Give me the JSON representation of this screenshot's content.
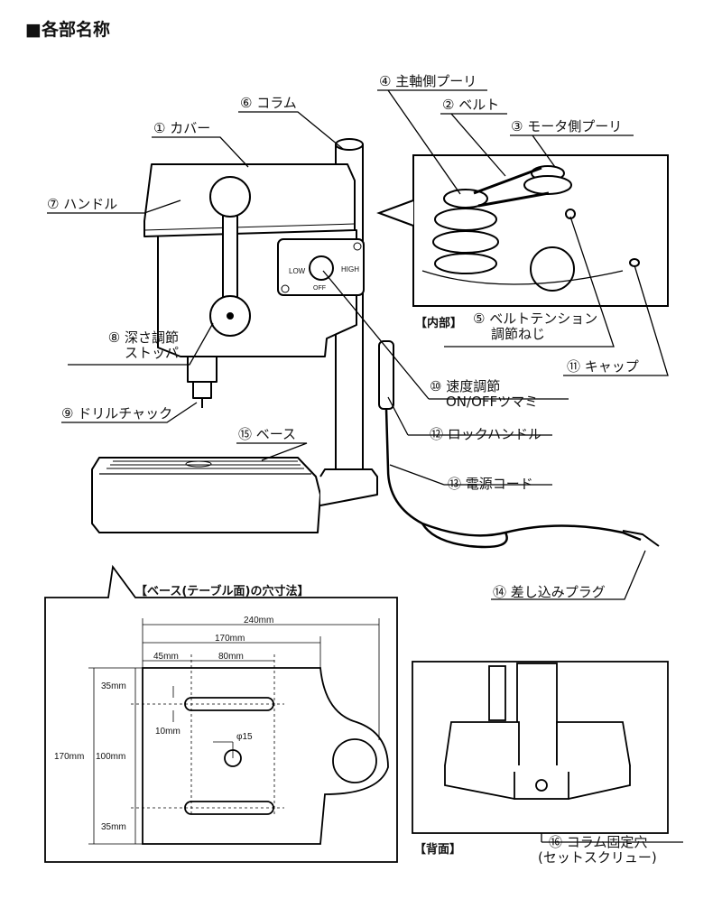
{
  "title": "■各部名称",
  "parts": {
    "p1": "① カバー",
    "p2": "② ベルト",
    "p3": "③ モータ側プーリ",
    "p4": "④ 主軸側プーリ",
    "p5_line1": "⑤ ベルトテンション",
    "p5_line2": "調節ねじ",
    "p6": "⑥ コラム",
    "p7": "⑦ ハンドル",
    "p8_line1": "⑧ 深さ調節",
    "p8_line2": "ストッパ",
    "p9": "⑨ ドリルチャック",
    "p10_line1": "⑩ 速度調節",
    "p10_line2": "ON/OFFツマミ",
    "p11": "⑪ キャップ",
    "p12": "⑫ ロックハンドル",
    "p13": "⑬ 電源コード",
    "p14": "⑭ 差し込みプラグ",
    "p15": "⑮ ベース",
    "p16_line1": "⑯ コラム固定穴",
    "p16_line2": "(セットスクリュー)"
  },
  "knob": {
    "low": "LOW",
    "high": "HIGH",
    "off": "OFF"
  },
  "sections": {
    "inner": "【内部】",
    "base_holes": "【ベース(テーブル面)の穴寸法】",
    "back": "【背面】"
  },
  "dims": {
    "d240": "240mm",
    "d170w": "170mm",
    "d45": "45mm",
    "d80": "80mm",
    "d35a": "35mm",
    "d10": "10mm",
    "d15": "φ15",
    "d170h": "170mm",
    "d100": "100mm",
    "d35b": "35mm"
  }
}
